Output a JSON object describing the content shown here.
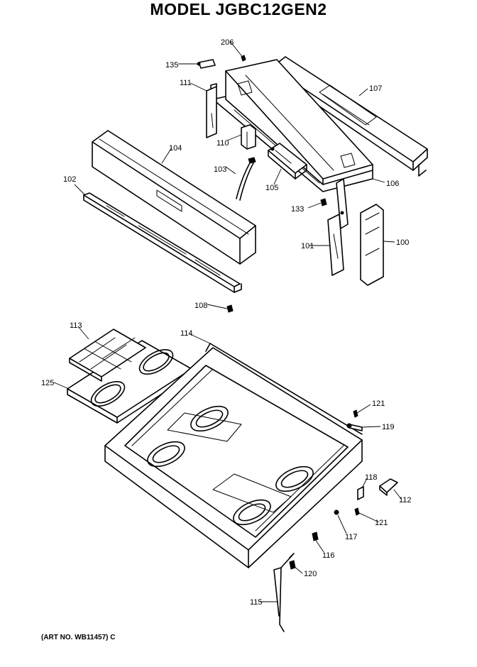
{
  "title": "MODEL JGBC12GEN2",
  "art_number": "(ART NO. WB11457) C",
  "callouts": {
    "c206": "206",
    "c135": "135",
    "c111": "111",
    "c107": "107",
    "c110": "110",
    "c104": "104",
    "c103": "103",
    "c105": "105",
    "c106": "106",
    "c102": "102",
    "c133": "133",
    "c101": "101",
    "c100": "100",
    "c108": "108",
    "c113": "113",
    "c114": "114",
    "c125": "125",
    "c121a": "121",
    "c119": "119",
    "c118": "118",
    "c112": "112",
    "c121b": "121",
    "c117": "117",
    "c116": "116",
    "c120": "120",
    "c115": "115"
  }
}
